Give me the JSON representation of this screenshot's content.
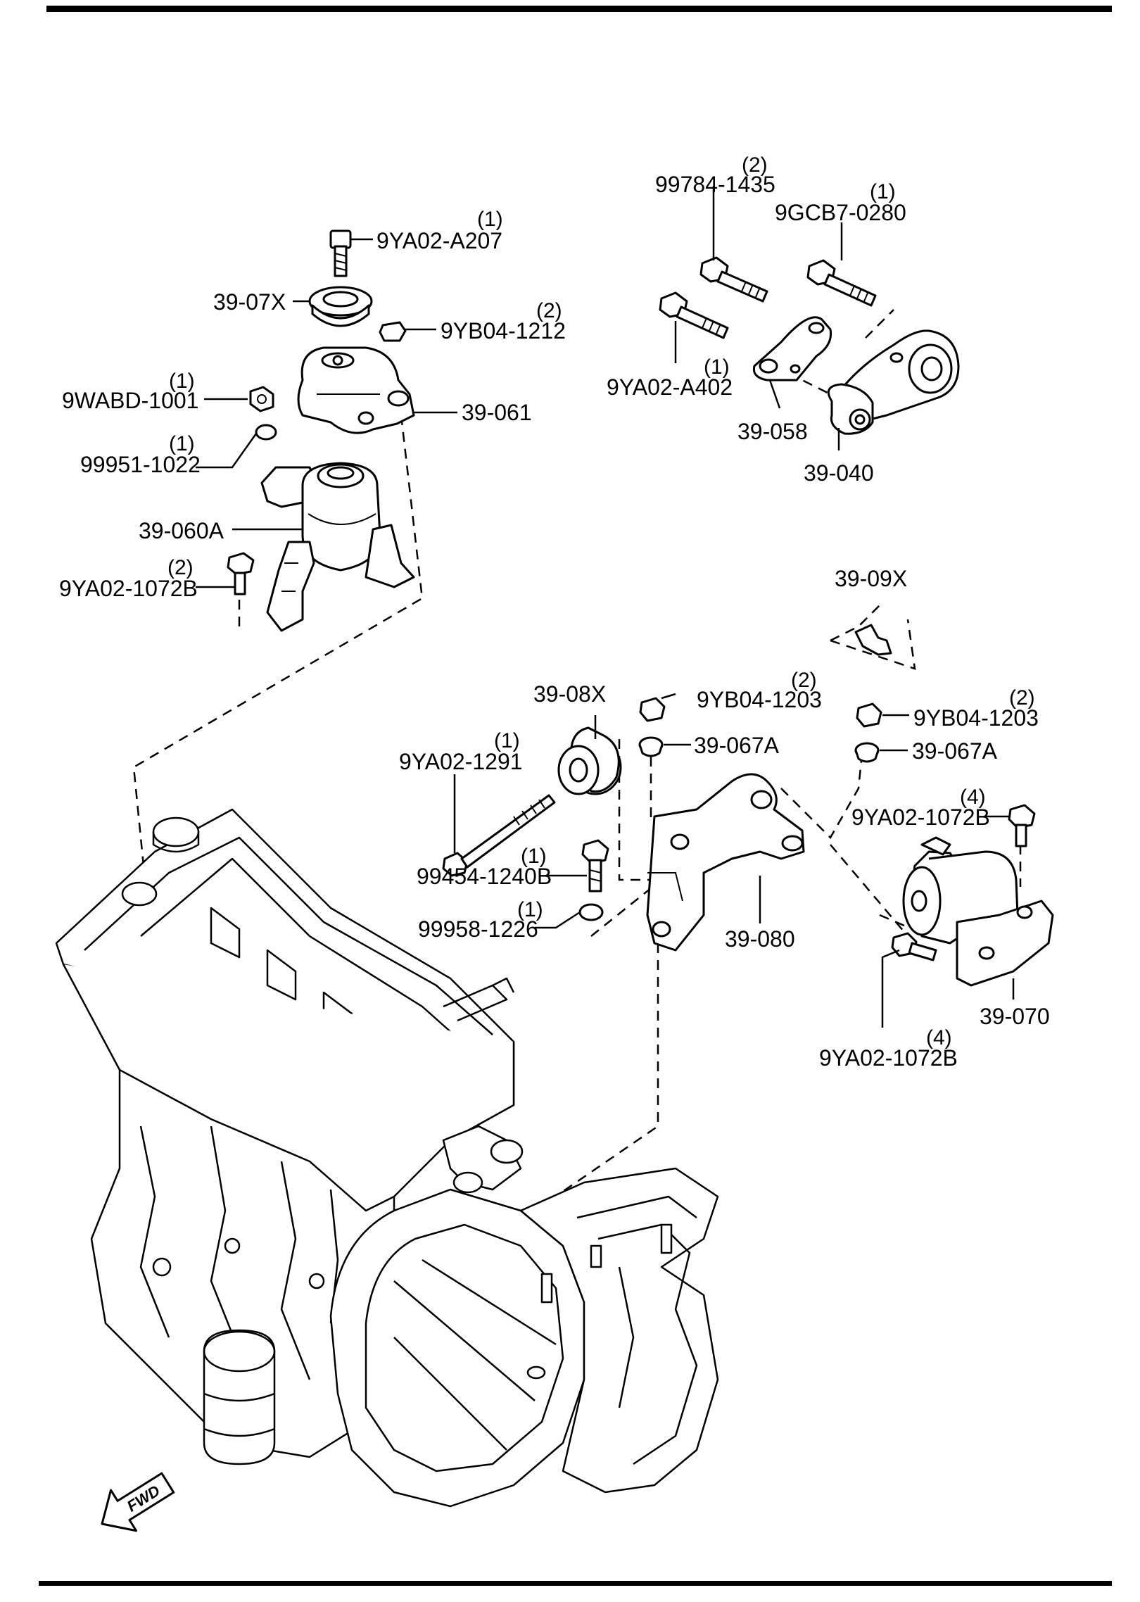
{
  "callouts": [
    {
      "id": "9YA02-A207-a",
      "part": "9YA02-A207",
      "qty": "(1)"
    },
    {
      "id": "39-07X",
      "part": "39-07X",
      "qty": ""
    },
    {
      "id": "9YB04-1212",
      "part": "9YB04-1212",
      "qty": "(2)"
    },
    {
      "id": "9WABD-1001",
      "part": "9WABD-1001",
      "qty": "(1)"
    },
    {
      "id": "39-061",
      "part": "39-061",
      "qty": ""
    },
    {
      "id": "99951-1022",
      "part": "99951-1022",
      "qty": "(1)"
    },
    {
      "id": "39-060A",
      "part": "39-060A",
      "qty": ""
    },
    {
      "id": "9YA02-1072B-a",
      "part": "9YA02-1072B",
      "qty": "(2)"
    },
    {
      "id": "99784-1435",
      "part": "99784-1435",
      "qty": "(2)"
    },
    {
      "id": "9GCB7-0280",
      "part": "9GCB7-0280",
      "qty": "(1)"
    },
    {
      "id": "9YA02-A402",
      "part": "9YA02-A402",
      "qty": "(1)"
    },
    {
      "id": "39-058",
      "part": "39-058",
      "qty": ""
    },
    {
      "id": "39-040",
      "part": "39-040",
      "qty": ""
    },
    {
      "id": "39-09X",
      "part": "39-09X",
      "qty": ""
    },
    {
      "id": "39-08X",
      "part": "39-08X",
      "qty": ""
    },
    {
      "id": "9YB04-1203-a",
      "part": "9YB04-1203",
      "qty": "(2)"
    },
    {
      "id": "9YB04-1203-b",
      "part": "9YB04-1203",
      "qty": "(2)"
    },
    {
      "id": "9YA02-1291",
      "part": "9YA02-1291",
      "qty": "(1)"
    },
    {
      "id": "39-067A-a",
      "part": "39-067A",
      "qty": ""
    },
    {
      "id": "39-067A-b",
      "part": "39-067A",
      "qty": ""
    },
    {
      "id": "9YA02-1072B-b",
      "part": "9YA02-1072B",
      "qty": "(4)"
    },
    {
      "id": "99454-1240B",
      "part": "99454-1240B",
      "qty": "(1)"
    },
    {
      "id": "99958-1226",
      "part": "99958-1226",
      "qty": "(1)"
    },
    {
      "id": "39-080",
      "part": "39-080",
      "qty": ""
    },
    {
      "id": "39-070",
      "part": "39-070",
      "qty": ""
    },
    {
      "id": "9YA02-1072B-c",
      "part": "9YA02-1072B",
      "qty": "(4)"
    }
  ],
  "fwd_label": "FWD"
}
